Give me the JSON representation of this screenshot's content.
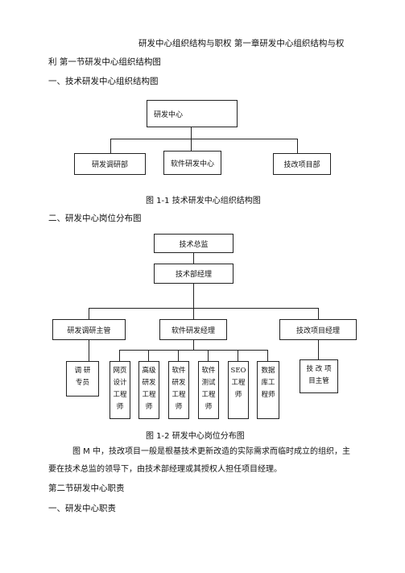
{
  "doc": {
    "title_line1": "研发中心组织结构与职权  第一章研发中心组织结构与权",
    "title_line2": "利  第一节研发中心组织结构图",
    "heading1": "一、技术研发中心组织结构图",
    "chart1": {
      "root": "研发中心",
      "children": [
        "研发调研部",
        "软件研发中心",
        "技改项目部"
      ]
    },
    "caption1": "图 1-1 技术研发中心组织结构图",
    "heading2": "二、研发中心岗位分布图",
    "chart2": {
      "top": "技术总监",
      "manager": "技术部经理",
      "branches": [
        "研发调研主管",
        "软件研发经理",
        "技改项目经理"
      ],
      "research_leaf": "调 研\n专员",
      "software_leaves": [
        "网页\n设计\n工程\n师",
        "高级\n研发\n工程\n师",
        "软件\n研发\n工程\n师",
        "软件\n测试\n工程\n师",
        "SEO\n工程\n师",
        "数据\n库工\n程师"
      ],
      "tech_leaf": "技 改 项\n目主管"
    },
    "caption2": "图 1-2 研发中心岗位分布图",
    "para_line1": "图 M 中，技改项目一般是根基技术更新改造的实际需求而临时成立的组织，主",
    "para_line2": "要在技术总监的领导下，由技术部经理或其授权人担任项目经理。",
    "heading3": "第二节研发中心职责",
    "heading4": "一、研发中心职责"
  }
}
